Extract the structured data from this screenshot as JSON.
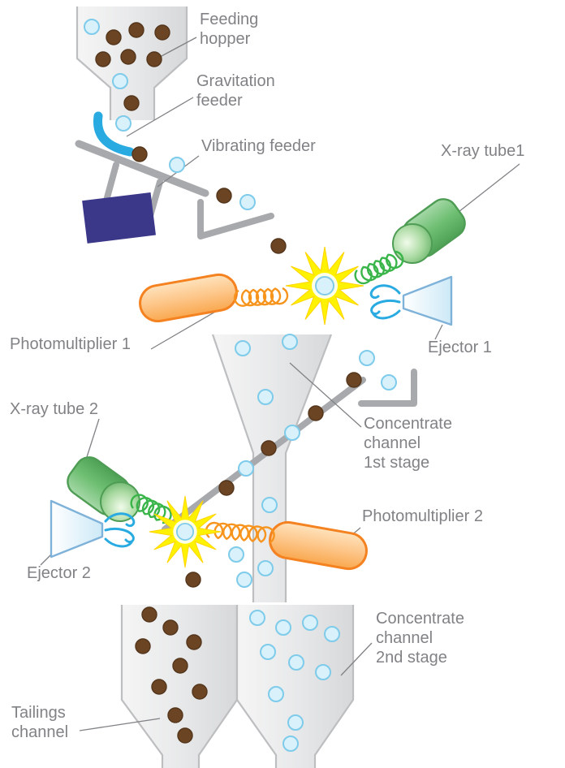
{
  "labels": {
    "feeding_hopper": "Feeding\nhopper",
    "gravitation_feeder": "Gravitation\nfeeder",
    "vibrating_feeder": "Vibrating feeder",
    "xray_tube_1": "X-ray tube1",
    "photomultiplier_1": "Photomultiplier 1",
    "ejector_1": "Ejector 1",
    "concentrate_channel_1st": "Concentrate\nchannel\n1st stage",
    "xray_tube_2": "X-ray tube 2",
    "ejector_2": "Ejector 2",
    "photomultiplier_2": "Photomultiplier 2",
    "tailings_channel": "Tailings\nchannel",
    "concentrate_channel_2nd": "Concentrate\nchannel\n2nd stage"
  },
  "colors": {
    "label_text": "#808285",
    "structure_gray": "#a7a9ac",
    "hopper_stroke": "#bcbec0",
    "gravitation_feeder_blue": "#29abe2",
    "vibrating_feeder_base": "#3b3789",
    "xray_tube_stroke": "#4f9d55",
    "photomultiplier_stroke": "#f58220",
    "ejector_stroke": "#7fb2d9",
    "coil_green": "#39b54a",
    "coil_orange": "#f7941d",
    "starburst_yellow": "#fff200",
    "starburst_edge": "#ffd400",
    "air_jet_blue": "#29abe2",
    "ore_particle": "#6b4423",
    "ore_particle_stroke": "#54361c",
    "light_particle_fill": "#d9f1fb",
    "light_particle_stroke": "#7ecbea"
  }
}
